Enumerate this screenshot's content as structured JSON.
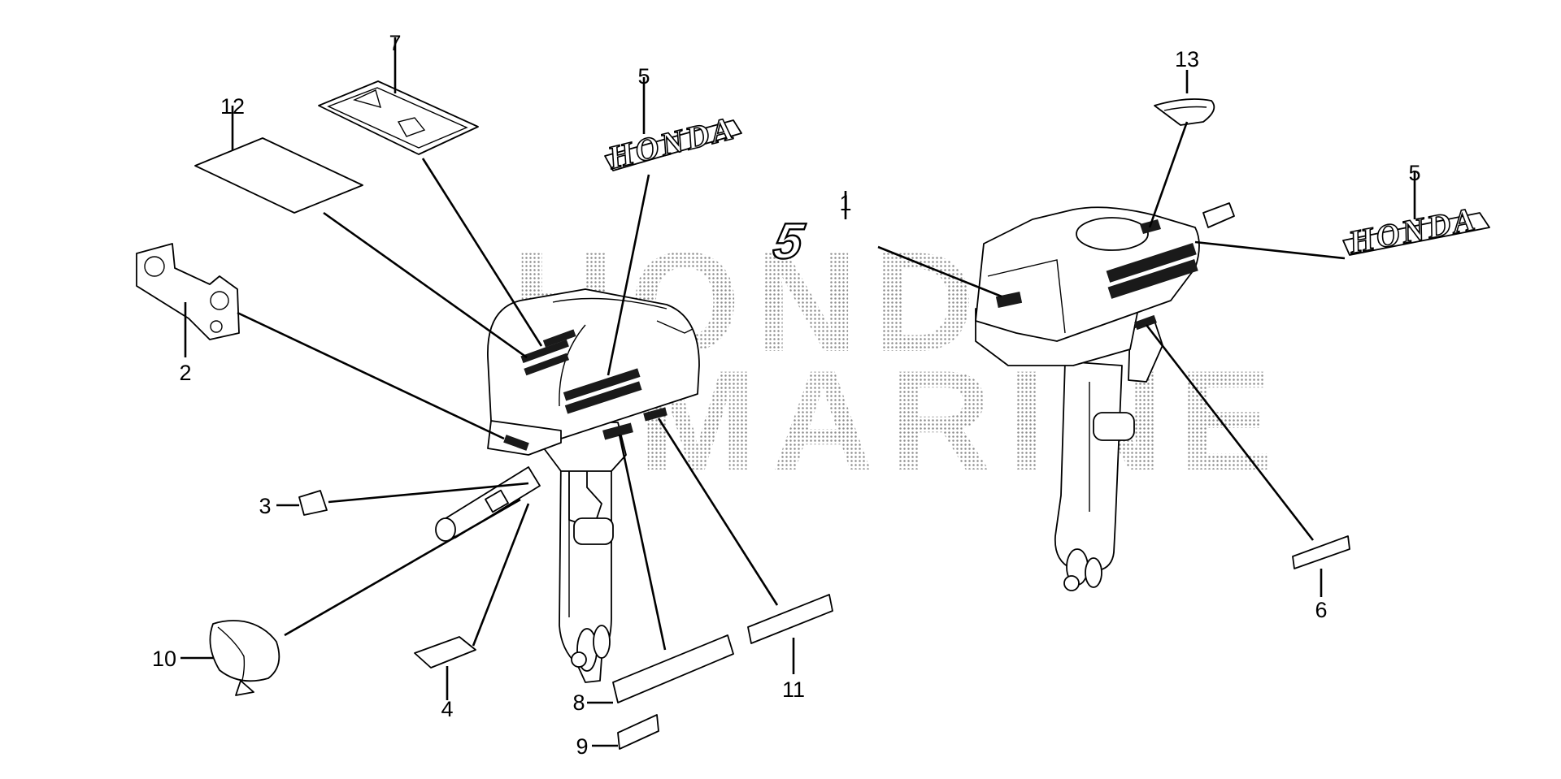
{
  "diagram": {
    "watermark": [
      "HONDA",
      "MARINE"
    ],
    "decal_logo_text": "HONDA",
    "decal_model_number": "5",
    "callouts": {
      "p1": "1",
      "p2": "2",
      "p3": "3",
      "p4": "4",
      "p5a": "5",
      "p5b": "5",
      "p6": "6",
      "p7": "7",
      "p8": "8",
      "p9": "9",
      "p10": "10",
      "p11": "11",
      "p12": "12",
      "p13": "13"
    }
  }
}
